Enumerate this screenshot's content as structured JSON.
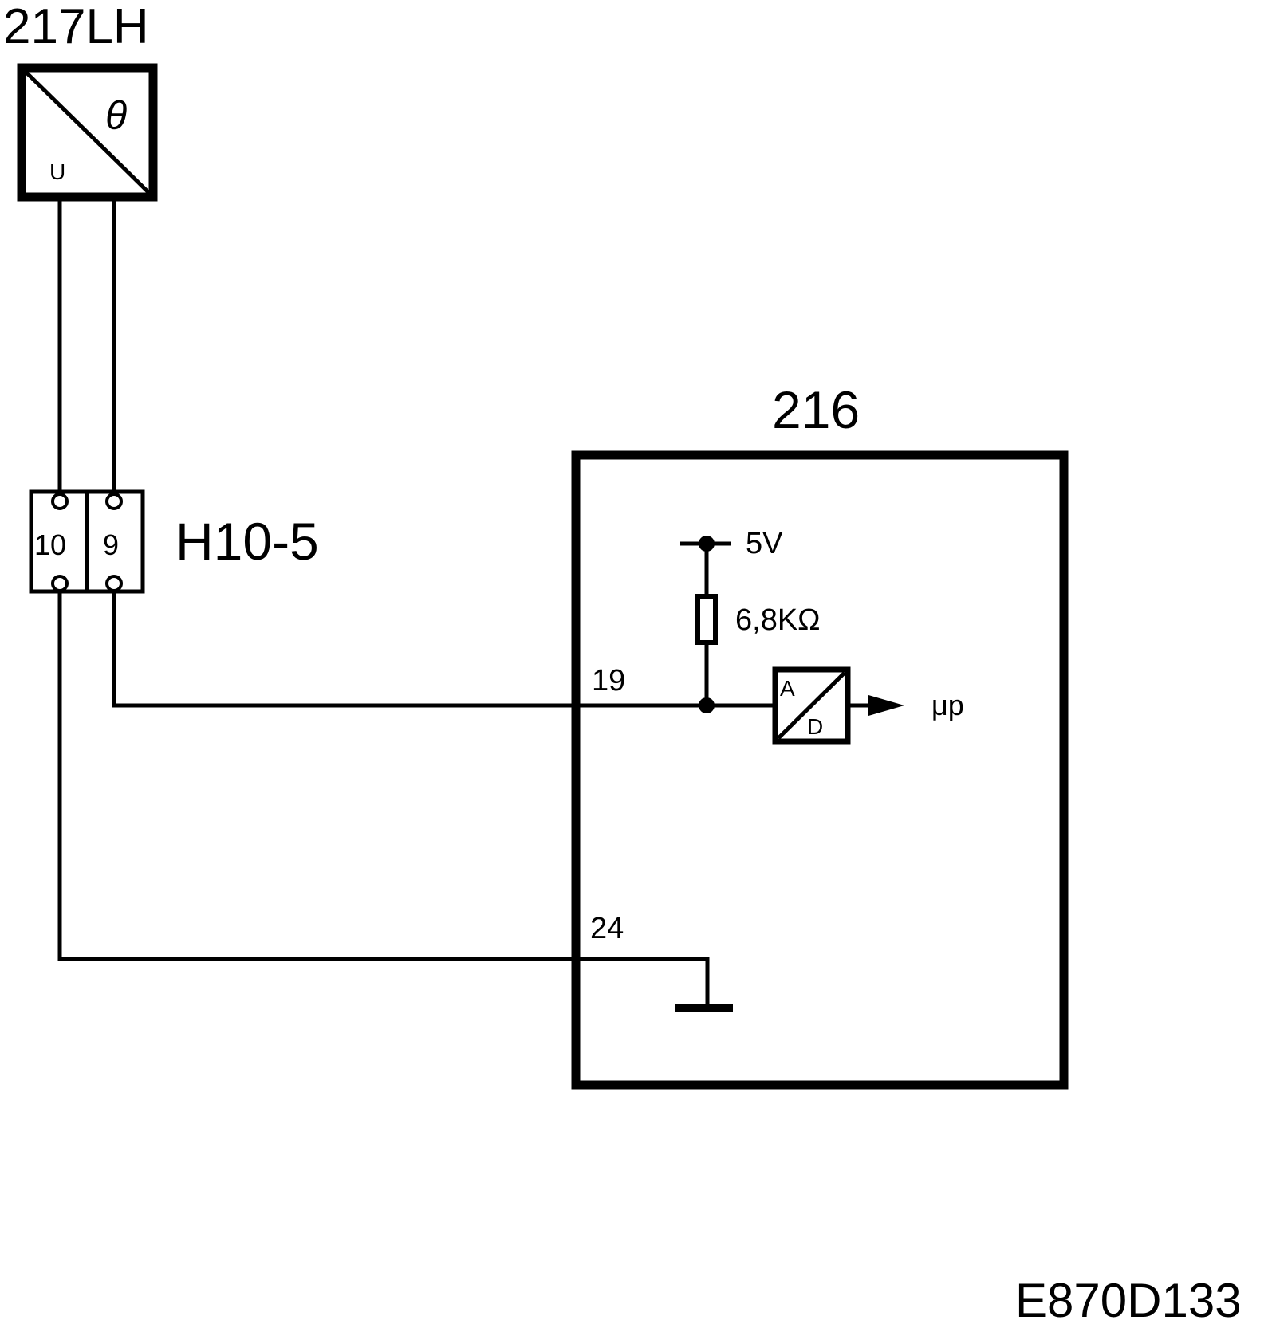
{
  "sensor": {
    "label": "217LH",
    "symbol_top": "θ",
    "symbol_bottom": "U"
  },
  "connector": {
    "label": "H10-5",
    "pin_left": "10",
    "pin_right": "9"
  },
  "ecu": {
    "label": "216",
    "supply": "5V",
    "resistor": "6,8KΩ",
    "pin_signal": "19",
    "pin_ground": "24",
    "adc_in": "A",
    "adc_out": "D",
    "output": "μp"
  },
  "reference": "E870D133"
}
